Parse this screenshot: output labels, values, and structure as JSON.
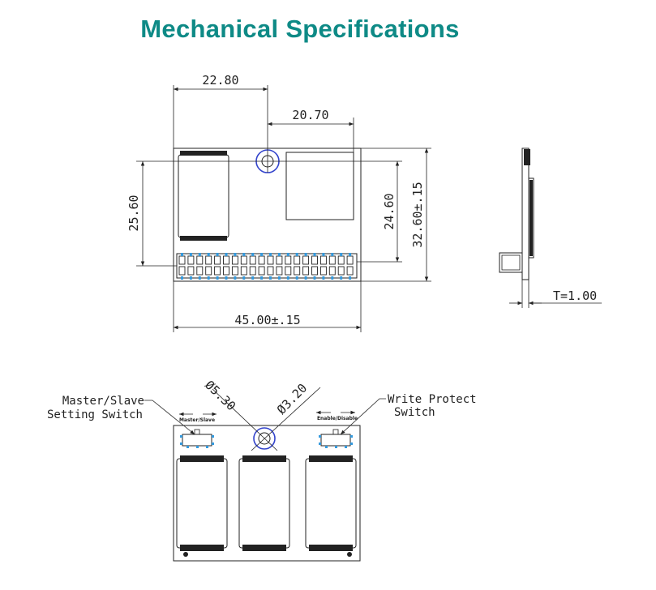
{
  "title": "Mechanical Specifications",
  "top_view": {
    "dim_width_partial_left": "22.80",
    "dim_width_partial_right": "20.70",
    "dim_left_height": "25.60",
    "dim_right_inner_height": "24.60",
    "dim_total_height": "32.60±.15",
    "dim_total_width": "45.00±.15"
  },
  "side_view": {
    "dim_thickness": "T=1.00"
  },
  "bottom_view": {
    "dim_hole_large": "Ø5.30",
    "dim_hole_small": "Ø3.20",
    "master_slave_label_line1": "Master/Slave",
    "master_slave_label_line2": "Setting Switch",
    "write_protect_label_line1": "Write Protect",
    "write_protect_label_line2": "Switch",
    "silk_master_slave": "Master/Slave",
    "silk_enable_disable": "Enable/Disable"
  },
  "colors": {
    "title": "#0e8a86",
    "hole_ring": "#3344cc",
    "pin_accent": "#3399dd"
  }
}
